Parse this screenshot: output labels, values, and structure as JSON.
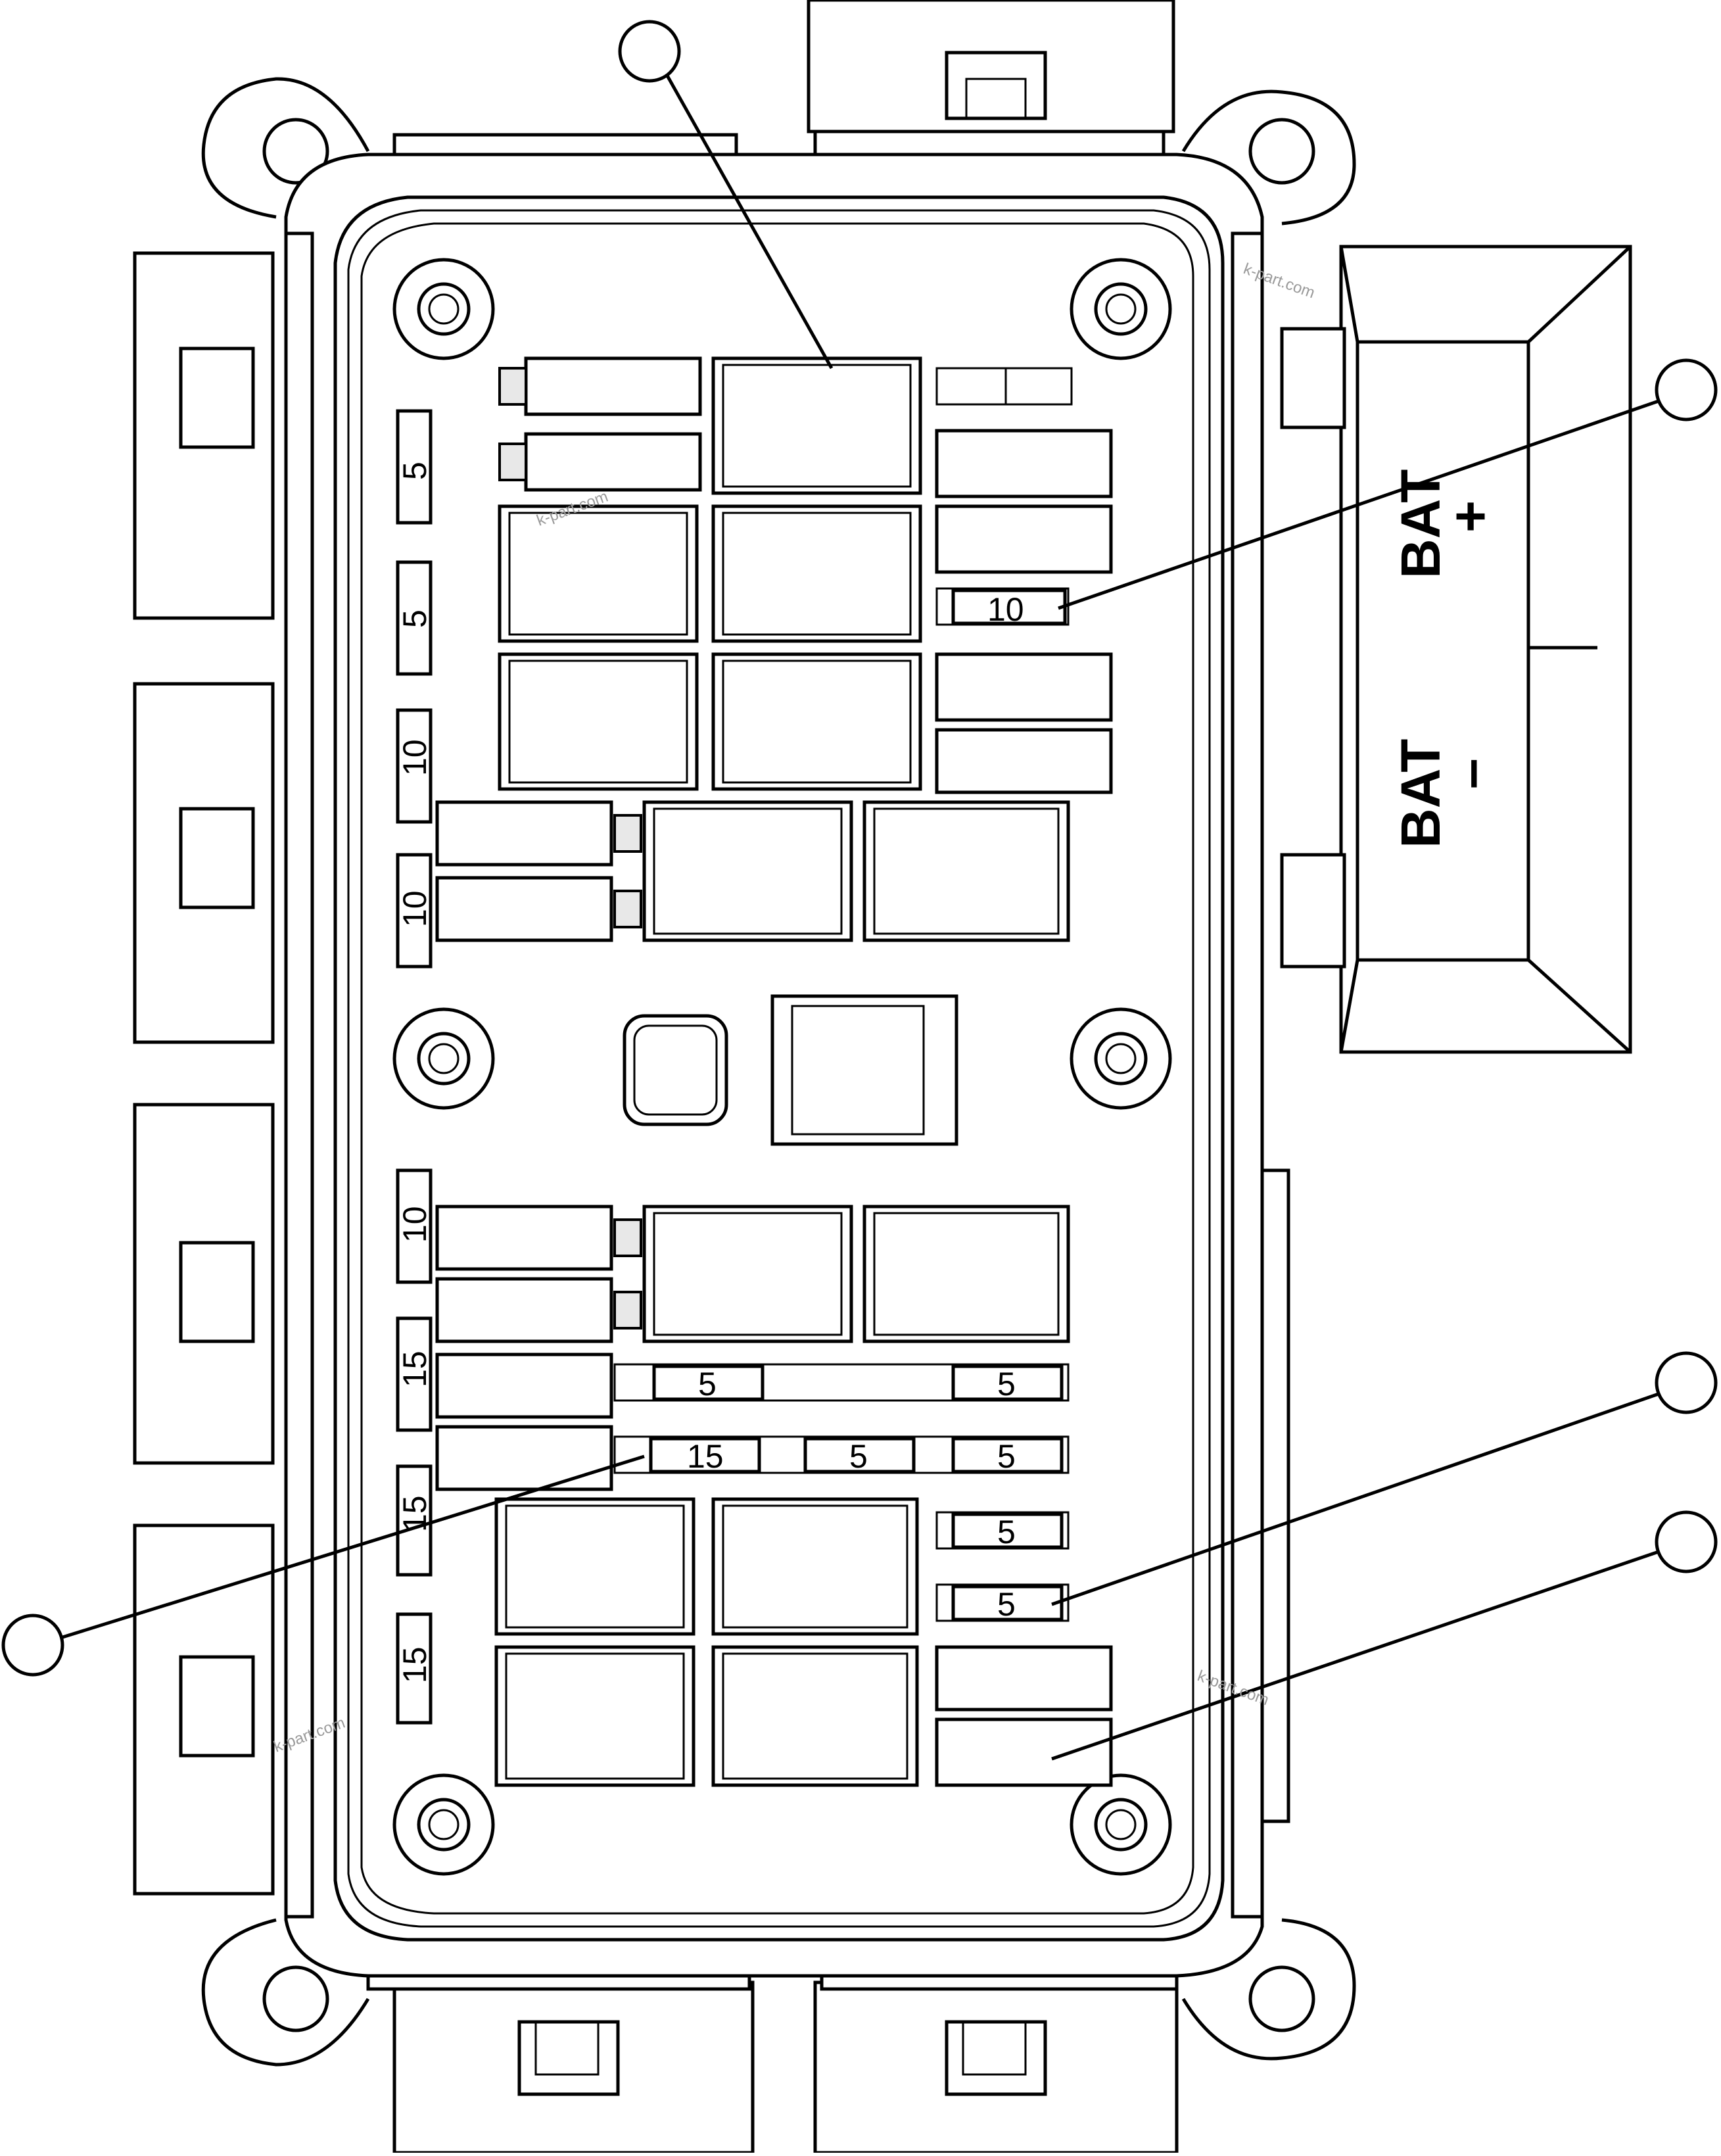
{
  "labels": {
    "bat_plus": "BAT",
    "bat_plus_sign": "+",
    "bat_minus": "BAT",
    "bat_minus_sign": "–"
  },
  "left_column_values": [
    "5",
    "5",
    "10",
    "10",
    "10",
    "15",
    "15",
    "15"
  ],
  "fuses": {
    "top_right": "10",
    "row_a": [
      "5",
      "5"
    ],
    "row_b": [
      "15",
      "5",
      "5"
    ],
    "row_c": "5",
    "row_d": "5"
  },
  "watermarks": [
    "k-part.com",
    "k-part.com",
    "k-part.com",
    "k-part.com"
  ]
}
